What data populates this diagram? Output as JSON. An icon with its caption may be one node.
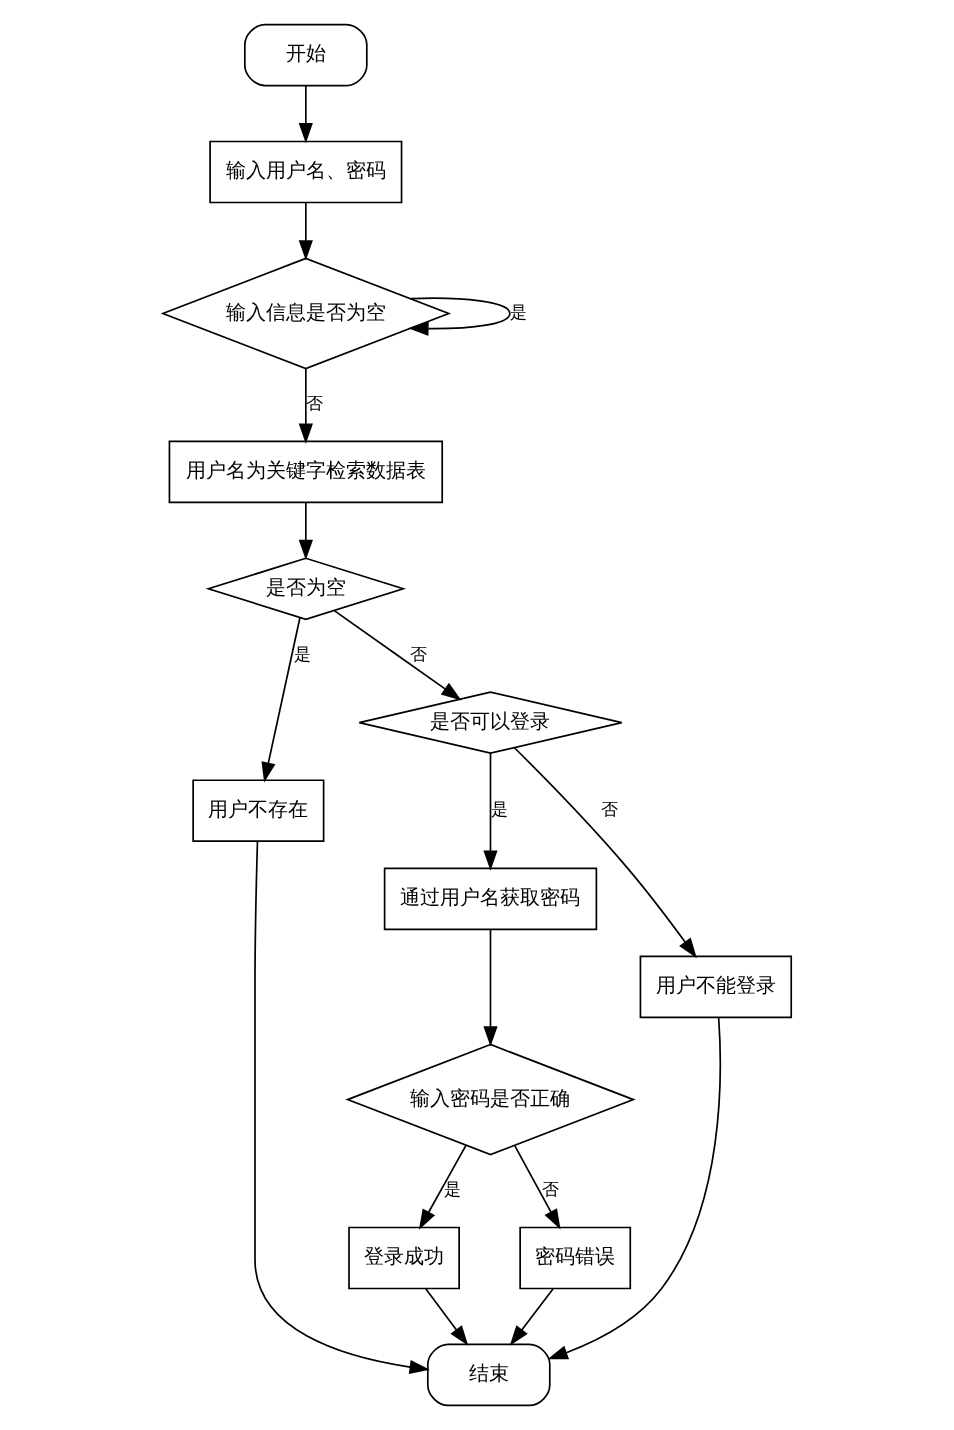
{
  "diagram": {
    "nodes": [
      {
        "text": [
          "开始"
        ]
      },
      {
        "text": [
          "输入用户名、密码"
        ]
      },
      {
        "text": [
          "输入信息是否为空"
        ]
      },
      {
        "text": [
          "用户名为关键字检索数据表"
        ]
      },
      {
        "text": [
          "是否为空"
        ]
      },
      {
        "text": [
          "用户不存在"
        ]
      },
      {
        "text": [
          "是否可以登录"
        ]
      },
      {
        "text": [
          "通过用户名获取密码"
        ]
      },
      {
        "text": [
          "用户不能登录"
        ]
      },
      {
        "text": [
          "输入密码是否正确"
        ]
      },
      {
        "text": [
          "登录成功"
        ]
      },
      {
        "text": [
          "密码错误"
        ]
      },
      {
        "text": [
          "结束"
        ]
      }
    ],
    "edges": [
      {
        "from": 0,
        "to": 1,
        "arrow": "to"
      },
      {
        "from": 1,
        "to": 2,
        "arrow": "to"
      },
      {
        "from": 2,
        "to": 2,
        "arrow": "to",
        "label": "是"
      },
      {
        "from": 2,
        "to": 3,
        "arrow": "to",
        "label": "否"
      },
      {
        "from": 3,
        "to": 4,
        "arrow": "to"
      },
      {
        "from": 4,
        "to": 5,
        "arrow": "to",
        "label": "是"
      },
      {
        "from": 4,
        "to": 6,
        "arrow": "to",
        "label": "否"
      },
      {
        "from": 6,
        "to": 7,
        "arrow": "to",
        "label": "是"
      },
      {
        "from": 6,
        "to": 8,
        "arrow": "to",
        "label": "否"
      },
      {
        "from": 7,
        "to": 9,
        "arrow": "to"
      },
      {
        "from": 9,
        "to": 10,
        "arrow": "to",
        "label": "是"
      },
      {
        "from": 9,
        "to": 11,
        "arrow": "to",
        "label": "否"
      },
      {
        "from": 5,
        "to": 12,
        "arrow": "to"
      },
      {
        "from": 10,
        "to": 12,
        "arrow": "to"
      },
      {
        "from": 11,
        "to": 12,
        "arrow": "to"
      },
      {
        "from": 8,
        "to": 12,
        "arrow": "to"
      }
    ]
  }
}
